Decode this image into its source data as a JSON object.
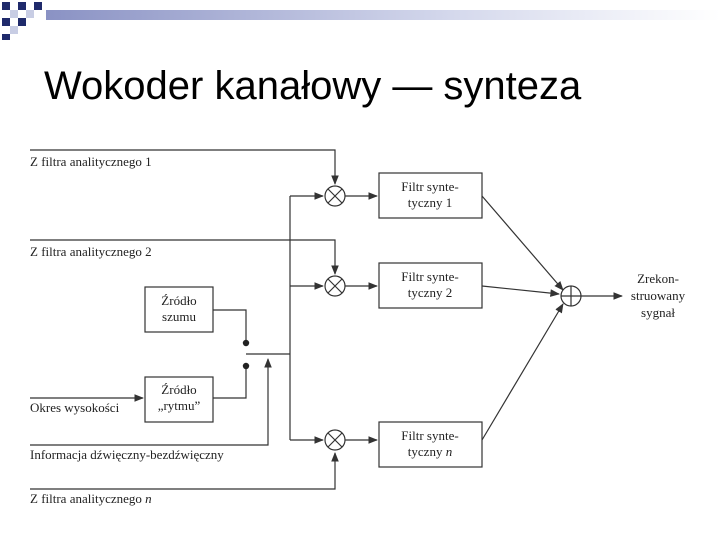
{
  "title": "Wokoder kanałowy — synteza",
  "colors": {
    "accent_dark": "#1f2a6b",
    "accent_light": "#c8cde4",
    "line": "#333333"
  },
  "inputs": {
    "filter1": "Z filtra analitycznego 1",
    "filter2": "Z filtra analitycznego 2",
    "filtern_prefix": "Z filtra analitycznego ",
    "filtern_italic": "n",
    "pitch": "Okres wysokości",
    "voicing": "Informacja dźwięczny-bezdźwięczny"
  },
  "sources": {
    "noise": [
      "Źródło",
      "szumu"
    ],
    "rhythm": [
      "Źródło",
      "„rytmu”"
    ]
  },
  "synth_filters": {
    "f1": [
      "Filtr synte-",
      "tyczny 1"
    ],
    "f2": [
      "Filtr synte-",
      "tyczny 2"
    ],
    "fn_line1": "Filtr synte-",
    "fn_line2_prefix": "tyczny ",
    "fn_line2_italic": "n"
  },
  "output": [
    "Zrekon-",
    "struowany",
    "sygnał"
  ]
}
